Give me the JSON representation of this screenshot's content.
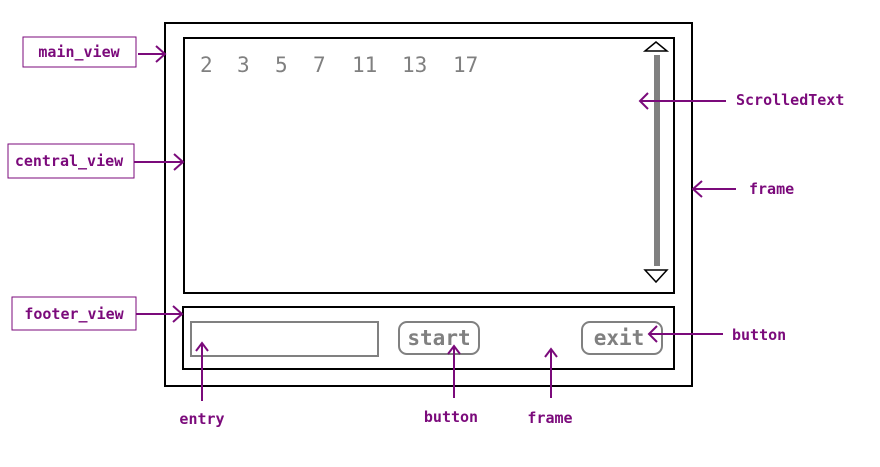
{
  "colors": {
    "annotation": "#7b0a7b",
    "outline": "#000000",
    "widget_gray": "#808080",
    "background": "#ffffff"
  },
  "numbers": [
    "2",
    "3",
    "5",
    "7",
    "11",
    "13",
    "17"
  ],
  "buttons": {
    "start": "start",
    "exit": "exit"
  },
  "labels": {
    "main_view": "main_view",
    "central_view": "central_view",
    "footer_view": "footer_view",
    "scrolled_text": "ScrolledText",
    "frame_right": "frame",
    "button_right": "button",
    "entry": "entry",
    "button_bottom": "button",
    "frame_bottom": "frame"
  },
  "icons": {
    "scroll_up": "triangle-up-icon",
    "scroll_down": "triangle-down-icon"
  }
}
